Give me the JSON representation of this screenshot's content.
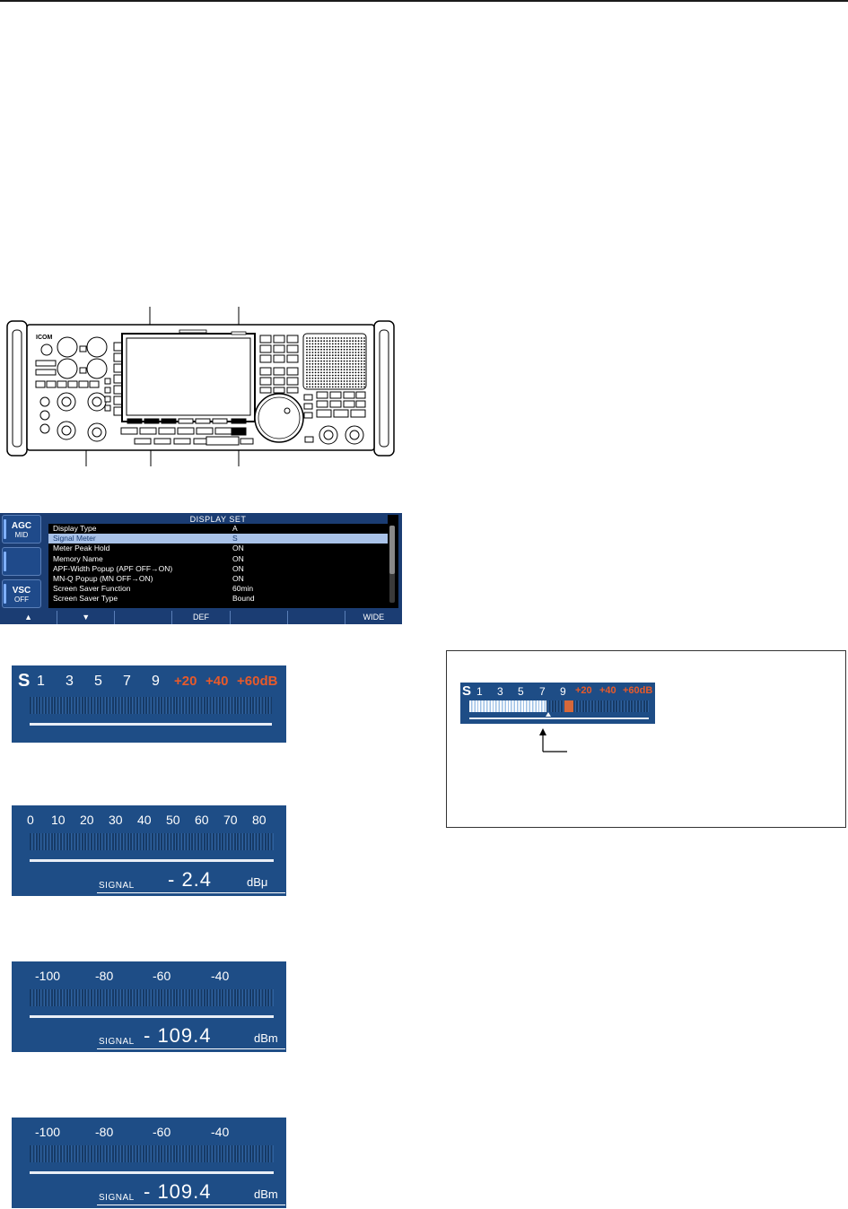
{
  "menu": {
    "title": "DISPLAY  SET",
    "side_buttons": [
      {
        "label": "AGC",
        "value": "MID"
      },
      {
        "label": "",
        "value": ""
      },
      {
        "label": "VSC",
        "value": "OFF"
      }
    ],
    "rows": [
      {
        "label": "Display  Type",
        "value": "A"
      },
      {
        "label": "Signal  Meter",
        "value": "S"
      },
      {
        "label": "Meter  Peak  Hold",
        "value": "ON"
      },
      {
        "label": "Memory  Name",
        "value": "ON"
      },
      {
        "label": "APF-Width  Popup  (APF  OFF→ON)",
        "value": "ON"
      },
      {
        "label": "MN-Q  Popup  (MN  OFF→ON)",
        "value": "ON"
      },
      {
        "label": "Screen  Saver  Function",
        "value": "60min"
      },
      {
        "label": "Screen  Saver  Type",
        "value": "Bound"
      }
    ],
    "fkeys": [
      "▲",
      "▼",
      "",
      "DEF",
      "",
      "",
      "WIDE"
    ]
  },
  "meter_s": {
    "s_letter": "S",
    "white_ticks": [
      "1",
      "3",
      "5",
      "7",
      "9"
    ],
    "red_ticks": [
      "+20",
      "+40",
      "+60dB"
    ]
  },
  "meter_dbu": {
    "ticks": [
      "0",
      "10",
      "20",
      "30",
      "40",
      "50",
      "60",
      "70",
      "80"
    ],
    "signal_label": "SIGNAL",
    "value": "- 2.4",
    "unit": "dBμ"
  },
  "meter_dbm_1": {
    "ticks": [
      "-100",
      "-80",
      "-60",
      "-40"
    ],
    "signal_label": "SIGNAL",
    "value": "- 109.4",
    "unit": "dBm"
  },
  "meter_dbm_2": {
    "ticks": [
      "-100",
      "-80",
      "-60",
      "-40"
    ],
    "signal_label": "SIGNAL",
    "value": "- 109.4",
    "unit": "dBm"
  },
  "meter_small": {
    "s_letter": "S",
    "white_ticks": [
      "1",
      "3",
      "5",
      "7",
      "9"
    ],
    "red_ticks": [
      "+20",
      "+40",
      "+60dB"
    ],
    "signal_level": 0.43,
    "peak_level": 0.44
  },
  "colors": {
    "meter_bg": "#1e4d86",
    "red_scale": "#e85a2a",
    "menu_bg": "#1b3d73"
  }
}
